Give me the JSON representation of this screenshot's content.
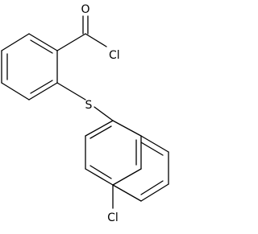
{
  "molecule": {
    "atoms": {
      "oxygen": "O",
      "acyl_chlorine": "Cl",
      "sulfur": "S",
      "ring_chlorine": "Cl"
    }
  },
  "colors": {
    "bond": "#000000",
    "label": "#000000",
    "background": "#ffffff"
  }
}
